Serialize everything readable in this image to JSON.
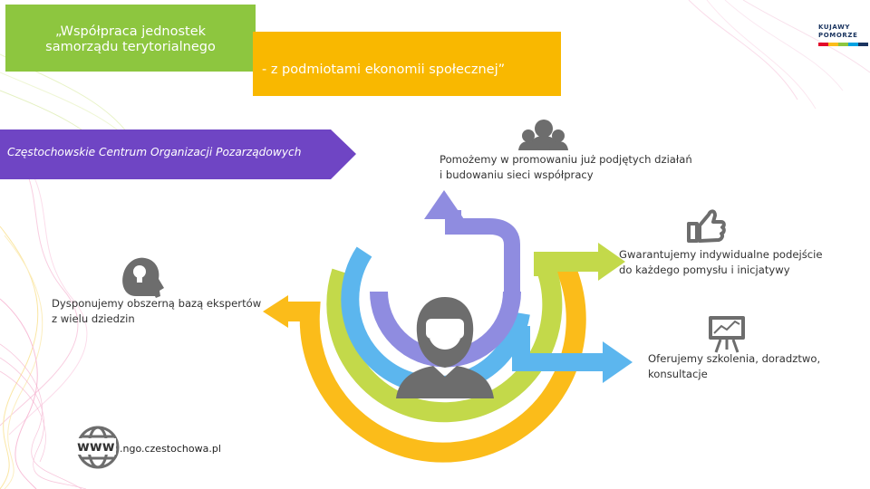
{
  "header": {
    "title_line1": "„Współpraca jednostek",
    "title_line2": "samorządu terytorialnego",
    "subtitle": "- z podmiotami ekonomii społecznej”"
  },
  "logo": {
    "line1": "KUJAWY",
    "line2": "POMORZE"
  },
  "organization": {
    "name": "Częstochowskie Centrum Organizacji Pozarządowych"
  },
  "items": [
    {
      "line1": "Pomożemy w promowaniu już podjętych działań",
      "line2": "i budowaniu sieci współpracy",
      "icon": "group-icon"
    },
    {
      "line1": "Gwarantujemy indywidualne podejście",
      "line2": "do każdego pomysłu i inicjatywy",
      "icon": "thumbs-up-icon"
    },
    {
      "line1": "Oferujemy szkolenia, doradztwo,",
      "line2": "konsultacje",
      "icon": "presentation-board-icon"
    },
    {
      "line1": "Dysponujemy obszerną bazą ekspertów",
      "line2": "z wielu dziedzin",
      "icon": "head-lightbulb-icon"
    }
  ],
  "website": {
    "prefix": "www",
    "domain": ".ngo.czestochowa.pl",
    "icon": "globe-icon"
  },
  "colors": {
    "green": "#8dc63f",
    "yellow": "#f9b800",
    "purple": "#6f45c4",
    "arrow_yellow": "#fbbc1a",
    "arrow_green": "#c3d94a",
    "arrow_blue": "#5cb6ee",
    "arrow_lavender": "#8f8ce0",
    "icon_gray": "#6d6d6d"
  }
}
